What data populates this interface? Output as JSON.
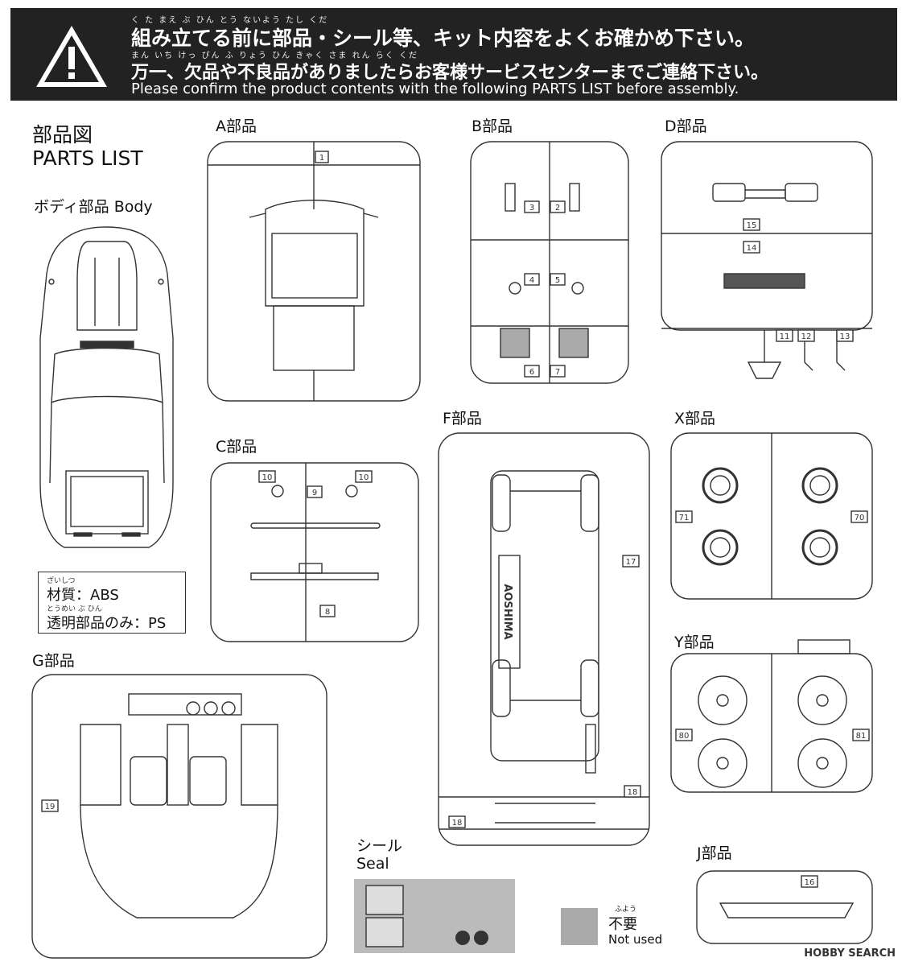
{
  "warning": {
    "ruby1": "く た まえ ぶ ひん とう ないよう たし くだ",
    "line1": "組み立てる前に部品・シール等、キット内容をよくお確かめ下さい。",
    "ruby2": "まん いち けっ ぴん ふ りょう ひん きゃく さま れん らく くだ",
    "line2": "万一、欠品や不良品がありましたらお客様サービスセンターまでご連絡下さい。",
    "line3": "Please confirm the product contents with the following PARTS LIST before assembly."
  },
  "title": {
    "jp": "部品図",
    "en": "PARTS LIST"
  },
  "body_label": "ボディ部品 Body",
  "material": {
    "ruby1": "ざいしつ",
    "row1": "材質：ABS",
    "ruby2": "とうめい ぶ ひん",
    "row2": "透明部品のみ：PS"
  },
  "sprues": {
    "A": "A部品",
    "B": "B部品",
    "C": "C部品",
    "D": "D部品",
    "F": "F部品",
    "G": "G部品",
    "X": "X部品",
    "Y": "Y部品",
    "J": "J部品"
  },
  "seal": {
    "jp": "シール",
    "en": "Seal"
  },
  "legend": {
    "ruby": "ふよう",
    "jp": "不要",
    "en": "Not used"
  },
  "brand_text": "AOSHIMA",
  "watermark": "HOBBY SEARCH",
  "part_numbers": {
    "a1": "1",
    "b2": "2",
    "b3": "3",
    "b4": "4",
    "b5": "5",
    "b6": "6",
    "b7": "7",
    "c8": "8",
    "c9": "9",
    "c10a": "10",
    "c10b": "10",
    "d11": "11",
    "d12": "12",
    "d13": "13",
    "d14": "14",
    "d15": "15",
    "j16": "16",
    "f17": "17",
    "f18a": "18",
    "f18b": "18",
    "g19": "19",
    "x70": "70",
    "x71": "71",
    "y80": "80",
    "y81": "81"
  }
}
